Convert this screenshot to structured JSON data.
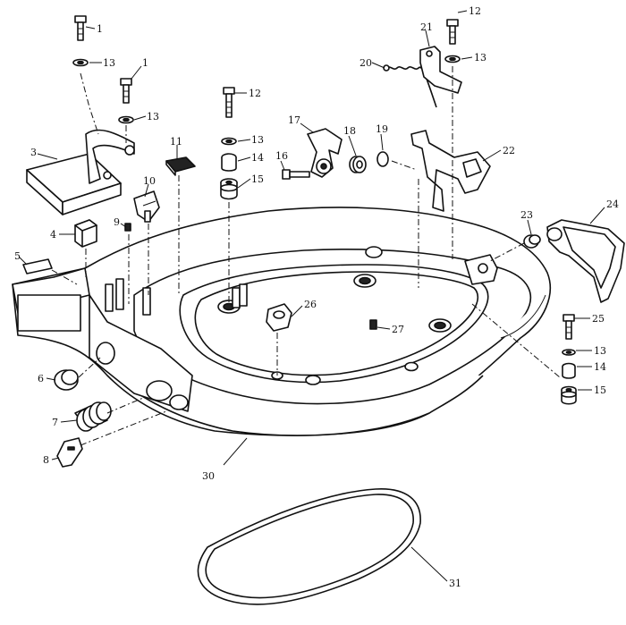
{
  "diagram": {
    "kind": "exploded parts diagram",
    "line_color": "#111111",
    "background": "#ffffff",
    "callouts": [
      {
        "id": "c1a",
        "text": "1"
      },
      {
        "id": "c1b",
        "text": "1"
      },
      {
        "id": "c3",
        "text": "3"
      },
      {
        "id": "c4",
        "text": "4"
      },
      {
        "id": "c5",
        "text": "5"
      },
      {
        "id": "c6",
        "text": "6"
      },
      {
        "id": "c7",
        "text": "7"
      },
      {
        "id": "c8",
        "text": "8"
      },
      {
        "id": "c9",
        "text": "9"
      },
      {
        "id": "c10",
        "text": "10"
      },
      {
        "id": "c11",
        "text": "11"
      },
      {
        "id": "c12a",
        "text": "12"
      },
      {
        "id": "c12b",
        "text": "12"
      },
      {
        "id": "c13a",
        "text": "13"
      },
      {
        "id": "c13b",
        "text": "13"
      },
      {
        "id": "c13c",
        "text": "13"
      },
      {
        "id": "c13d",
        "text": "13"
      },
      {
        "id": "c13e",
        "text": "13"
      },
      {
        "id": "c14a",
        "text": "14"
      },
      {
        "id": "c14b",
        "text": "14"
      },
      {
        "id": "c15a",
        "text": "15"
      },
      {
        "id": "c15b",
        "text": "15"
      },
      {
        "id": "c16",
        "text": "16"
      },
      {
        "id": "c17",
        "text": "17"
      },
      {
        "id": "c18",
        "text": "18"
      },
      {
        "id": "c19",
        "text": "19"
      },
      {
        "id": "c20",
        "text": "20"
      },
      {
        "id": "c21",
        "text": "21"
      },
      {
        "id": "c22",
        "text": "22"
      },
      {
        "id": "c23",
        "text": "23"
      },
      {
        "id": "c24",
        "text": "24"
      },
      {
        "id": "c25",
        "text": "25"
      },
      {
        "id": "c26",
        "text": "26"
      },
      {
        "id": "c27",
        "text": "27"
      },
      {
        "id": "c30",
        "text": "30"
      },
      {
        "id": "c31",
        "text": "31"
      }
    ]
  }
}
